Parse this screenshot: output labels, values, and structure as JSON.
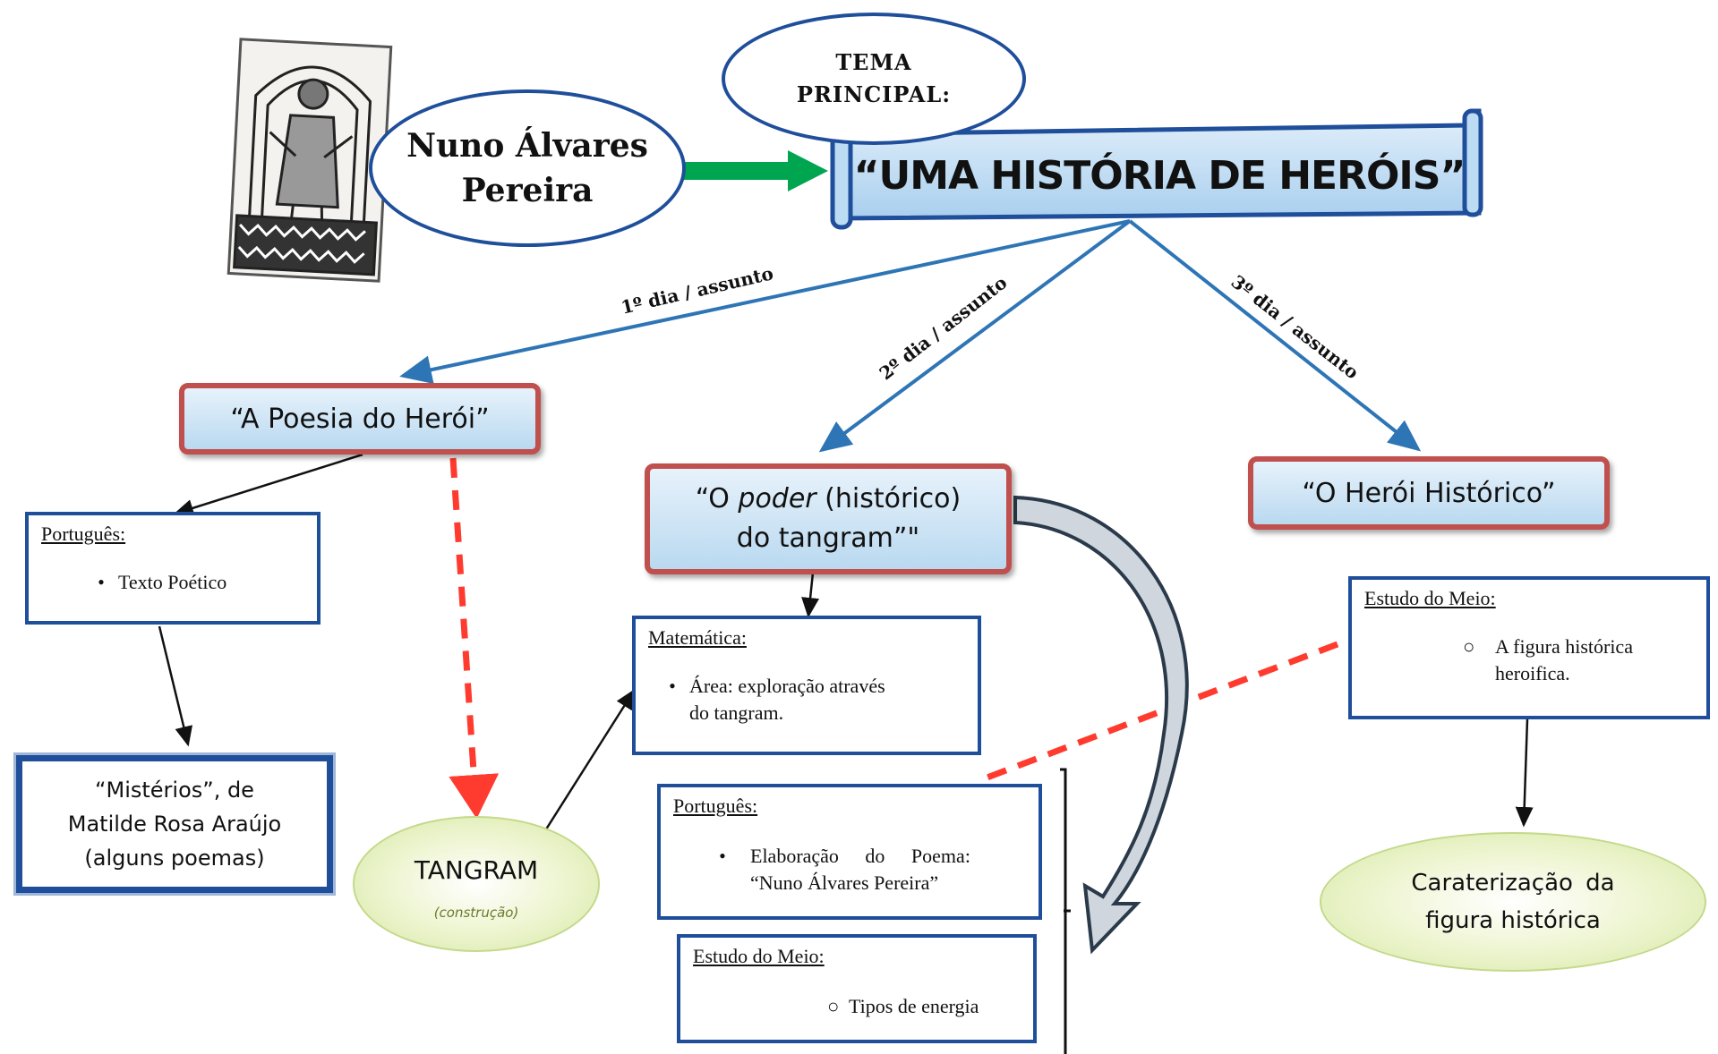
{
  "header": {
    "figure_name_line1": "Nuno Álvares",
    "figure_name_line2": "Pereira",
    "tema_line1": "TEMA",
    "tema_line2": "PRINCIPAL:",
    "main_title": "“UMA HISTÓRIA DE HERÓIS”"
  },
  "edges": {
    "day1": "1º dia / assunto",
    "day2": "2º dia / assunto",
    "day3": "3º dia / assunto"
  },
  "topics": {
    "poesia": "“A Poesia do Herói”",
    "poder_pre": "“O ",
    "poder_em": "poder",
    "poder_post": " (histórico)",
    "poder_line2": "do tangram”\"",
    "heroi": "“O Herói Histórico”"
  },
  "left": {
    "subject_head": "Português:",
    "subject_item": "Texto Poético",
    "poems_line1": "“Mistérios”, de",
    "poems_line2": "Matilde Rosa Araújo",
    "poems_line3": "(alguns poemas)"
  },
  "tangram": {
    "title": "TANGRAM",
    "subtitle": "(construção)"
  },
  "middle": {
    "mat_head": "Matemática:",
    "mat_item_line1": "Área: exploração através",
    "mat_item_line2": "do tangram.",
    "port_head": "Português:",
    "port_item_line1": "Elaboração do Poema:",
    "port_item_line2": "“Nuno Álvares Pereira”",
    "meio_head": "Estudo do Meio:",
    "meio_item": "Tipos de energia"
  },
  "right": {
    "meio_head": "Estudo do Meio:",
    "meio_item_line1": "A figura histórica",
    "meio_item_line2": "heroifica.",
    "car_line1": "Caraterização da",
    "car_line2": "figura histórica"
  },
  "colors": {
    "blue_border": "#1f4e9b",
    "red_border": "#c0504d",
    "arrow_blue": "#2e75b6",
    "dashed_red": "#ff3b2f",
    "green_arrow": "#00a550"
  }
}
